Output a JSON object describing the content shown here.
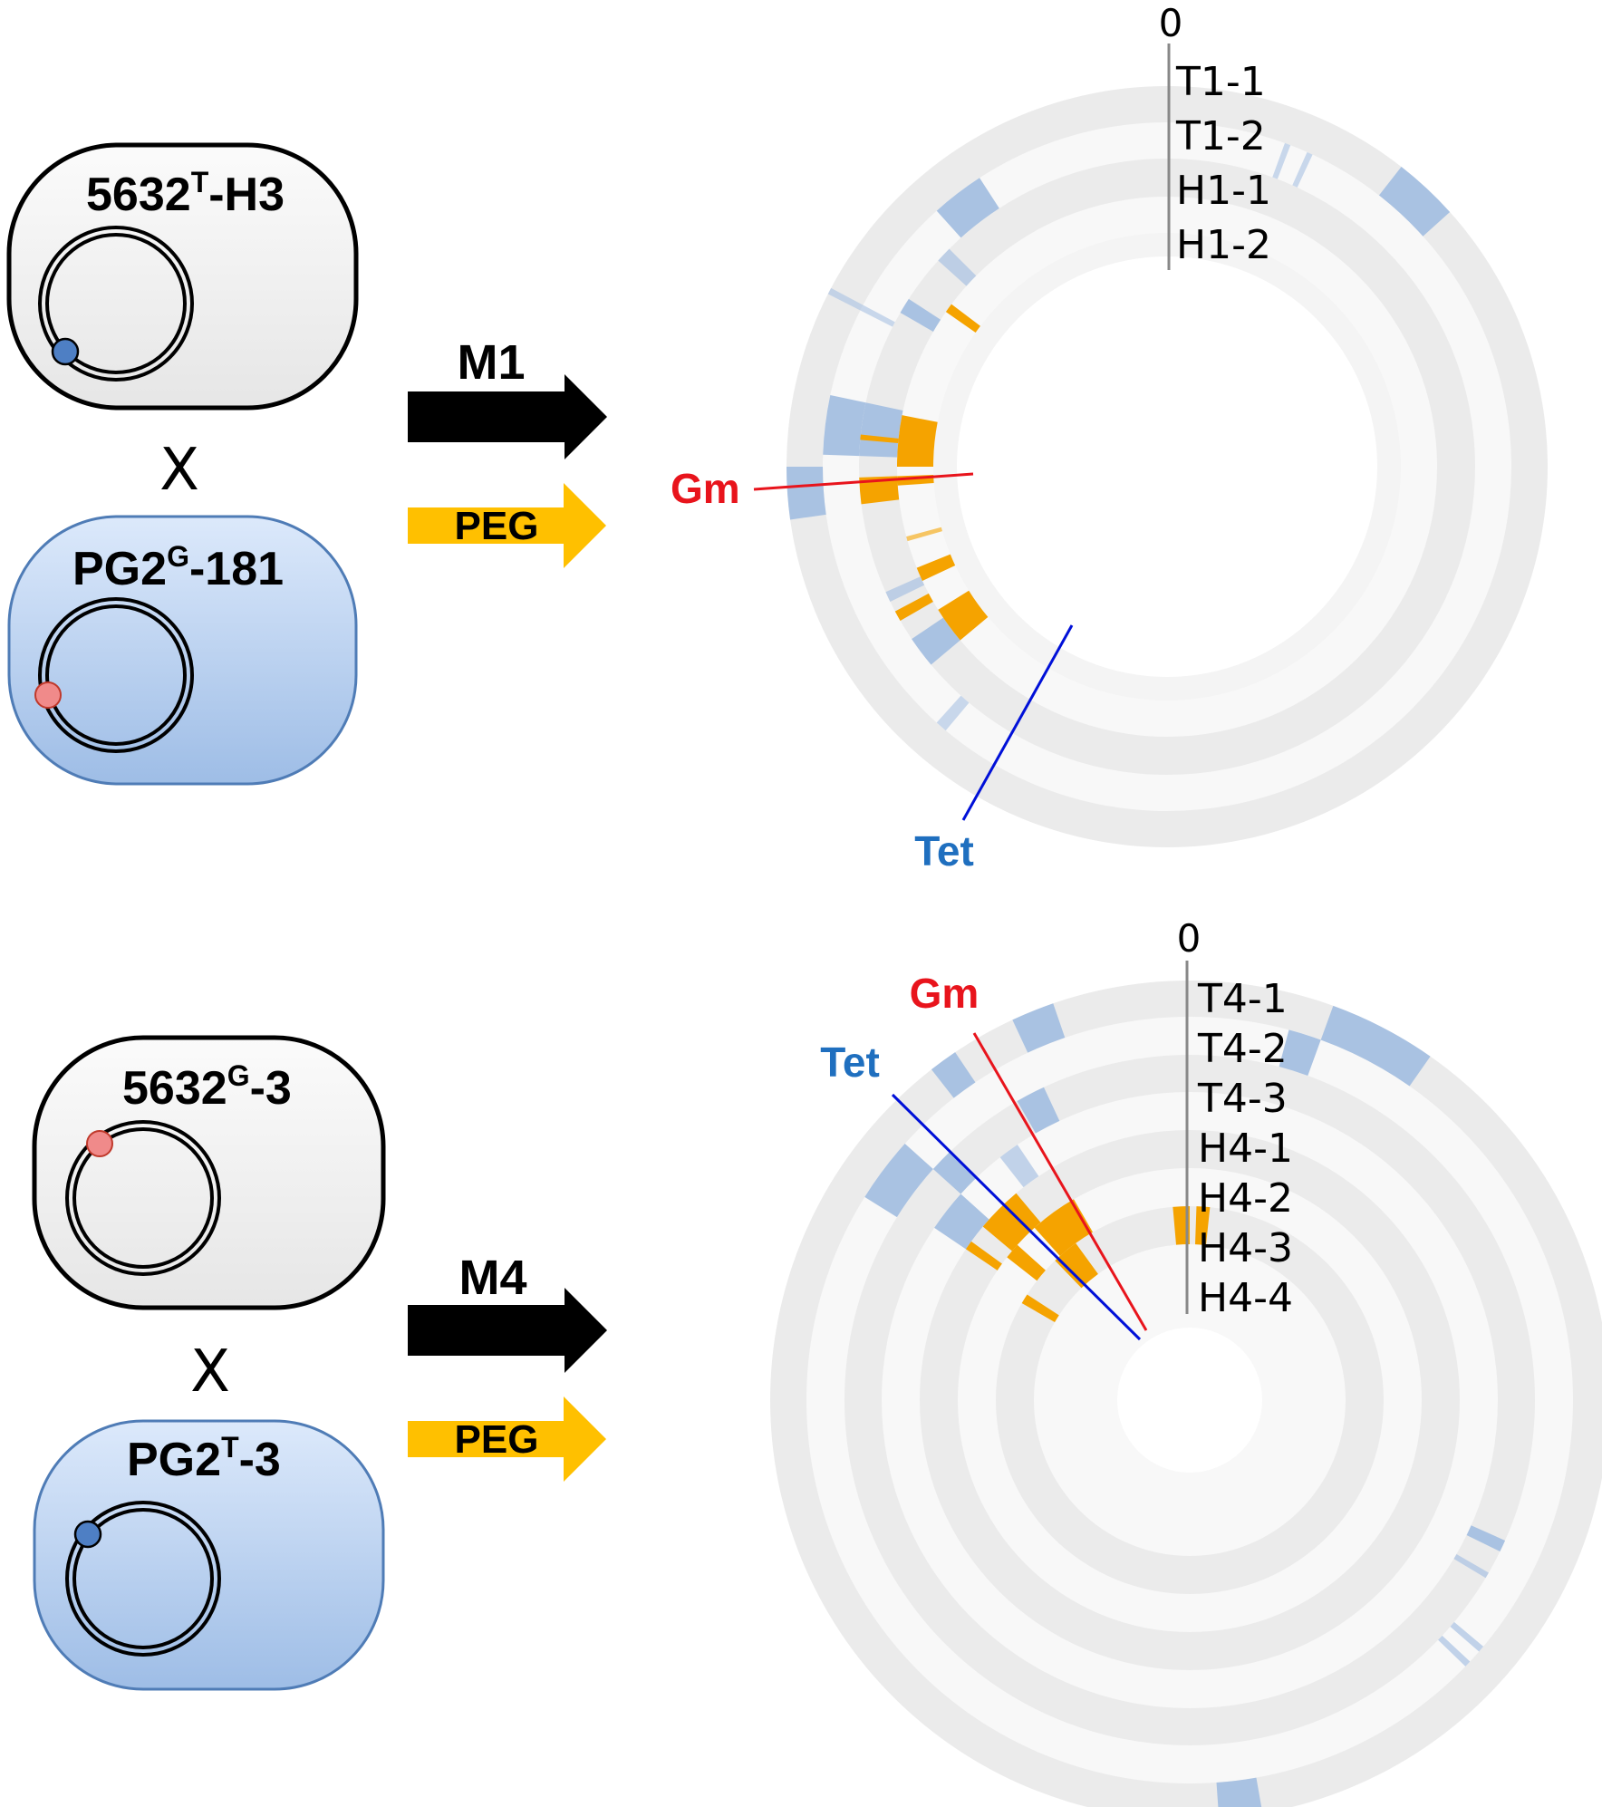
{
  "colors": {
    "cell_border": "#000000",
    "cell_white_top": "#fafafa",
    "cell_white_bottom": "#e9e9e9",
    "cell_blue_top": "#d6e5fa",
    "cell_blue_bottom": "#a3c1e9",
    "cell_blue_border": "#4f7cb6",
    "dot_blue": "#4e7fc4",
    "dot_red": "#f08a8a",
    "ring_dark": "#ebebeb",
    "ring_light": "#f8f8f8",
    "blue_segment": "#a9c2e2",
    "orange_segment": "#f5a300",
    "arrow_black": "#000000",
    "arrow_yellow": "#ffc000",
    "gm_color": "#e8141c",
    "tet_text_color": "#1f6fbf",
    "tet_line_color": "#0010d8",
    "zero_line": "#888888"
  },
  "top_panel": {
    "donor_cell": {
      "name_base": "5632",
      "name_sup": "T",
      "name_suffix": "-H3",
      "marker": "dot_blue"
    },
    "cross_symbol": "X",
    "recipient_cell": {
      "name_base": "PG2",
      "name_sup": "G",
      "name_suffix": "-181",
      "marker": "dot_red"
    },
    "method_label": "M1",
    "peg_label": "PEG",
    "zero_label": "0",
    "track_labels": [
      "T1-1",
      "T1-2",
      "H1-1",
      "H1-2"
    ],
    "gm_label": "Gm",
    "tet_label": "Tet"
  },
  "bottom_panel": {
    "donor_cell": {
      "name_base": "5632",
      "name_sup": "G",
      "name_suffix": "-3",
      "marker": "dot_red"
    },
    "cross_symbol": "X",
    "recipient_cell": {
      "name_base": "PG2",
      "name_sup": "T",
      "name_suffix": "-3",
      "marker": "dot_blue"
    },
    "method_label": "M4",
    "peg_label": "PEG",
    "zero_label": "0",
    "track_labels": [
      "T4-1",
      "T4-2",
      "T4-3",
      "H4-1",
      "H4-2",
      "H4-3",
      "H4-4"
    ],
    "gm_label": "Gm",
    "tet_label": "Tet"
  }
}
